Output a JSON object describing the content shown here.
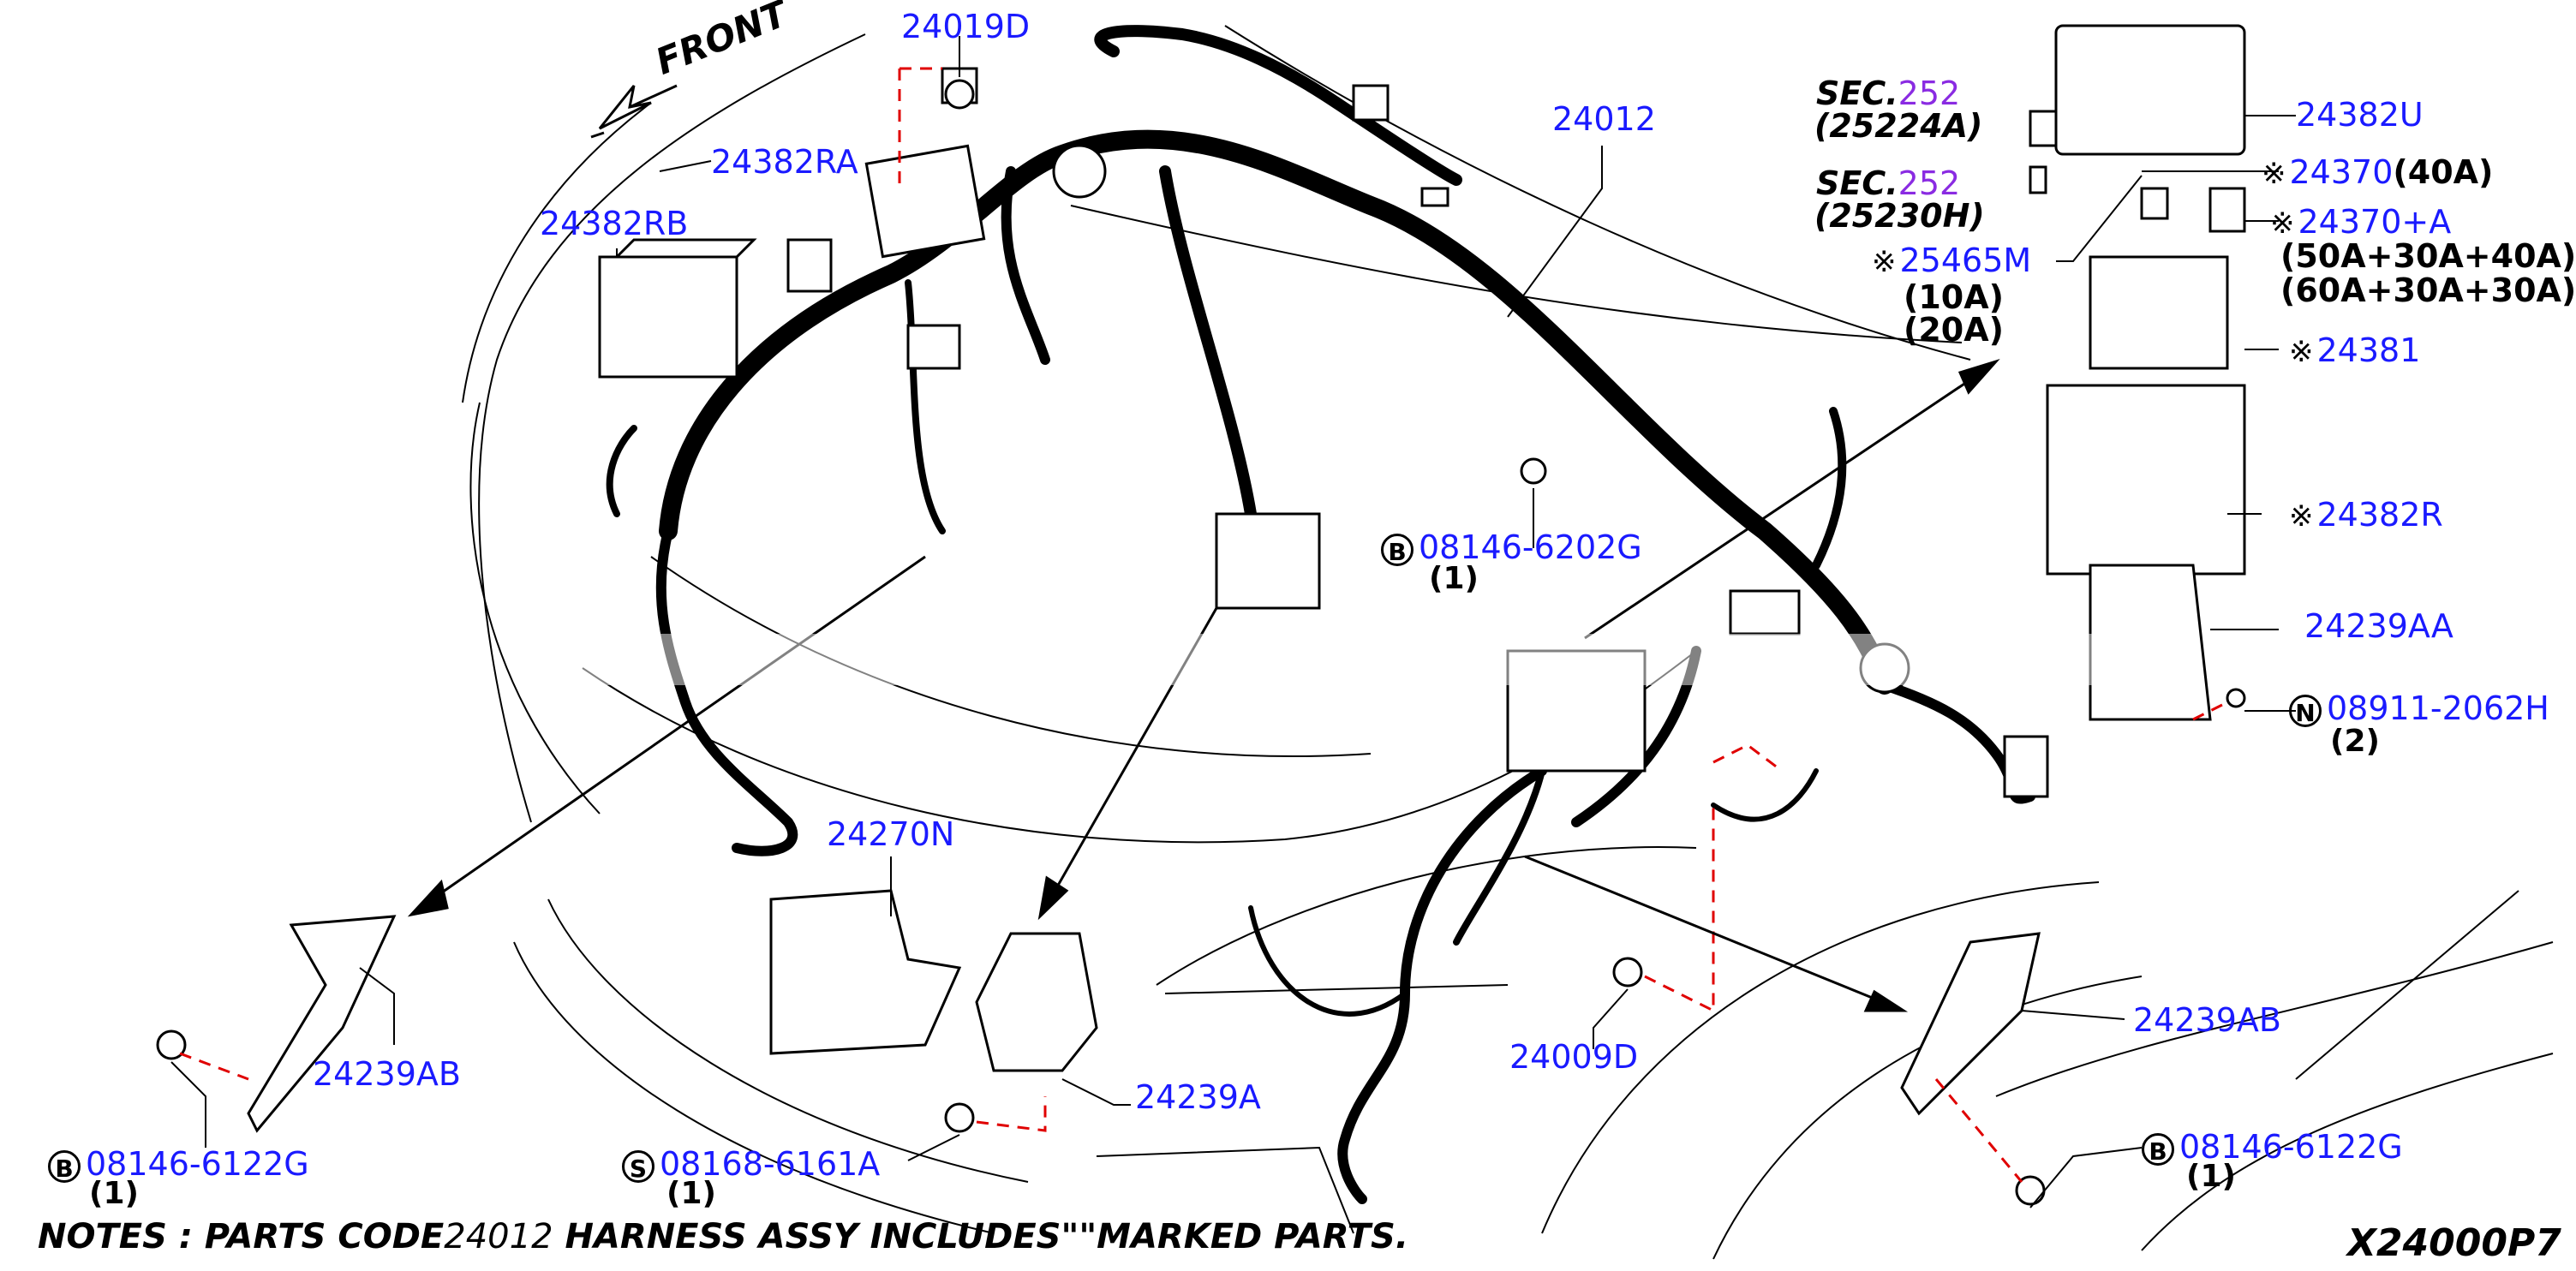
{
  "labels": {
    "p24019D": "24019D",
    "p24382RA": "24382RA",
    "p24382RB": "24382RB",
    "p24012": "24012",
    "p24382U": "24382U",
    "p24370": "24370",
    "q24370": "(40A)",
    "p24370A": "24370+A",
    "q24370A_1": "(50A+30A+40A)",
    "q24370A_2": "(60A+30A+30A)",
    "p25465M": "25465M",
    "q25465M_1": "(10A)",
    "q25465M_2": "(20A)",
    "p24381": "24381",
    "p24382R": "24382R",
    "p24239AA": "24239AA",
    "p08911": "08911-2062H",
    "q08911": "(2)",
    "p08146_6202G": "08146-6202G",
    "q08146_6202G": "(1)",
    "p24270N": "24270N",
    "p24239AB_left": "24239AB",
    "p24239A": "24239A",
    "p24009D": "24009D",
    "p24239AB_right": "24239AB",
    "p08146_6122G_left": "08146-6122G",
    "q08146_6122G_left": "(1)",
    "p08168": "08168-6161A",
    "q08168": "(1)",
    "p08146_6122G_right": "08146-6122G",
    "q08146_6122G_right": "(1)",
    "sec1_prefix": "SEC.",
    "sec1_num": "252",
    "sec1_ref": "(25224A)",
    "sec2_prefix": "SEC.",
    "sec2_num": "252",
    "sec2_ref": "(25230H)",
    "front": "FRONT",
    "mark_symbol": "※",
    "circle_B": "B",
    "circle_S": "S",
    "circle_N": "N"
  },
  "notes": {
    "prefix": "NOTES : PARTS CODE",
    "code": "24012",
    "suffix": "HARNESS ASSY INCLUDES\"\"MARKED PARTS."
  },
  "figure_id": "X24000P7",
  "colors": {
    "part_number": "#1a1aff",
    "section_ref": "#8a2be2",
    "leader_dashed": "#e00000",
    "ink": "#000000"
  }
}
